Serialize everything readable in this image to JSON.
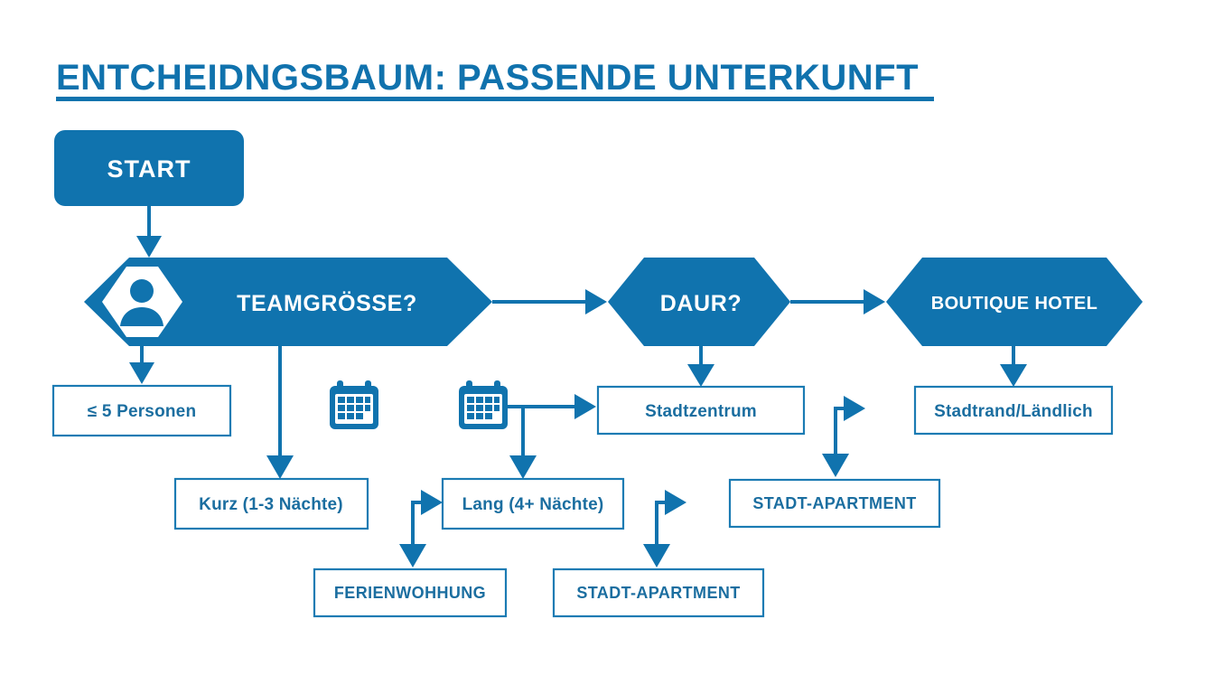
{
  "page": {
    "title": "ENTCHEIDNGSBAUM: PASSENDE UNTERKUNFT",
    "background": "#ffffff",
    "accent": "#1073ae",
    "border_color": "#1b7bb3",
    "text_color": "#1b6ea0"
  },
  "nodes": {
    "start": {
      "label": "START",
      "shape": "rounded-rect",
      "style": "filled"
    },
    "decision_team": {
      "label": "TEAMGRÖSSE?",
      "shape": "hexagon",
      "style": "filled",
      "icon": "person-icon"
    },
    "decision_duration": {
      "label": "DAUR?",
      "shape": "hexagon",
      "style": "filled"
    },
    "result_boutique": {
      "label": "BOUTIQUE HOTEL",
      "shape": "hexagon",
      "style": "filled"
    },
    "opt_persons": {
      "label": "≤ 5 Personen",
      "shape": "rect",
      "style": "outline"
    },
    "opt_kurz": {
      "label": "Kurz (1-3 Nächte)",
      "shape": "rect",
      "style": "outline"
    },
    "opt_lang": {
      "label": "Lang (4+ Nächte)",
      "shape": "rect",
      "style": "outline"
    },
    "opt_stadtzentrum": {
      "label": "Stadtzentrum",
      "shape": "rect",
      "style": "outline"
    },
    "opt_stadtrand": {
      "label": "Stadtrand/Ländlich",
      "shape": "rect",
      "style": "outline"
    },
    "res_stadtapartment_right": {
      "label": "STADT-APARTMENT",
      "shape": "rect",
      "style": "outline"
    },
    "res_ferienwohhung": {
      "label": "FERIENWOHHUNG",
      "shape": "rect",
      "style": "outline"
    },
    "res_stadtapartment_bottom": {
      "label": "STADT-APARTMENT",
      "shape": "rect",
      "style": "outline"
    }
  },
  "icons": {
    "person": "person-icon",
    "calendar_left": "calendar-icon",
    "calendar_right": "calendar-icon"
  },
  "chart_data": {
    "type": "diagram",
    "title": "ENTCHEIDNGSBAUM: PASSENDE UNTERKUNFT",
    "nodes": [
      {
        "id": "start",
        "label": "START",
        "shape": "rounded-rect"
      },
      {
        "id": "decision_team",
        "label": "TEAMGRÖSSE?",
        "shape": "hexagon"
      },
      {
        "id": "decision_duration",
        "label": "DAUR?",
        "shape": "hexagon"
      },
      {
        "id": "result_boutique",
        "label": "BOUTIQUE HOTEL",
        "shape": "hexagon"
      },
      {
        "id": "opt_persons",
        "label": "≤ 5 Personen",
        "shape": "rect"
      },
      {
        "id": "opt_kurz",
        "label": "Kurz (1-3 Nächte)",
        "shape": "rect"
      },
      {
        "id": "opt_lang",
        "label": "Lang (4+ Nächte)",
        "shape": "rect"
      },
      {
        "id": "opt_stadtzentrum",
        "label": "Stadtzentrum",
        "shape": "rect"
      },
      {
        "id": "opt_stadtrand",
        "label": "Stadtrand/Ländlich",
        "shape": "rect"
      },
      {
        "id": "res_stadtapartment_right",
        "label": "STADT-APARTMENT",
        "shape": "rect"
      },
      {
        "id": "res_ferienwohhung",
        "label": "FERIENWOHHUNG",
        "shape": "rect"
      },
      {
        "id": "res_stadtapartment_bottom",
        "label": "STADT-APARTMENT",
        "shape": "rect"
      }
    ],
    "edges": [
      {
        "from": "start",
        "to": "decision_team"
      },
      {
        "from": "decision_team",
        "to": "opt_persons"
      },
      {
        "from": "decision_team",
        "to": "opt_kurz"
      },
      {
        "from": "decision_team",
        "to": "decision_duration"
      },
      {
        "from": "decision_duration",
        "to": "opt_stadtzentrum"
      },
      {
        "from": "decision_duration",
        "to": "result_boutique"
      },
      {
        "from": "result_boutique",
        "to": "opt_stadtrand"
      },
      {
        "from": "calendar_right",
        "to": "opt_stadtzentrum"
      },
      {
        "from": "calendar_right",
        "to": "opt_lang"
      },
      {
        "from": "opt_lang",
        "to": "res_ferienwohhung"
      },
      {
        "from": "opt_stadtzentrum",
        "to": "res_stadtapartment_right"
      },
      {
        "from": "opt_stadtzentrum",
        "to": "opt_stadtrand"
      },
      {
        "from": "res_stadtapartment_right",
        "to": "res_stadtapartment_bottom"
      }
    ]
  }
}
